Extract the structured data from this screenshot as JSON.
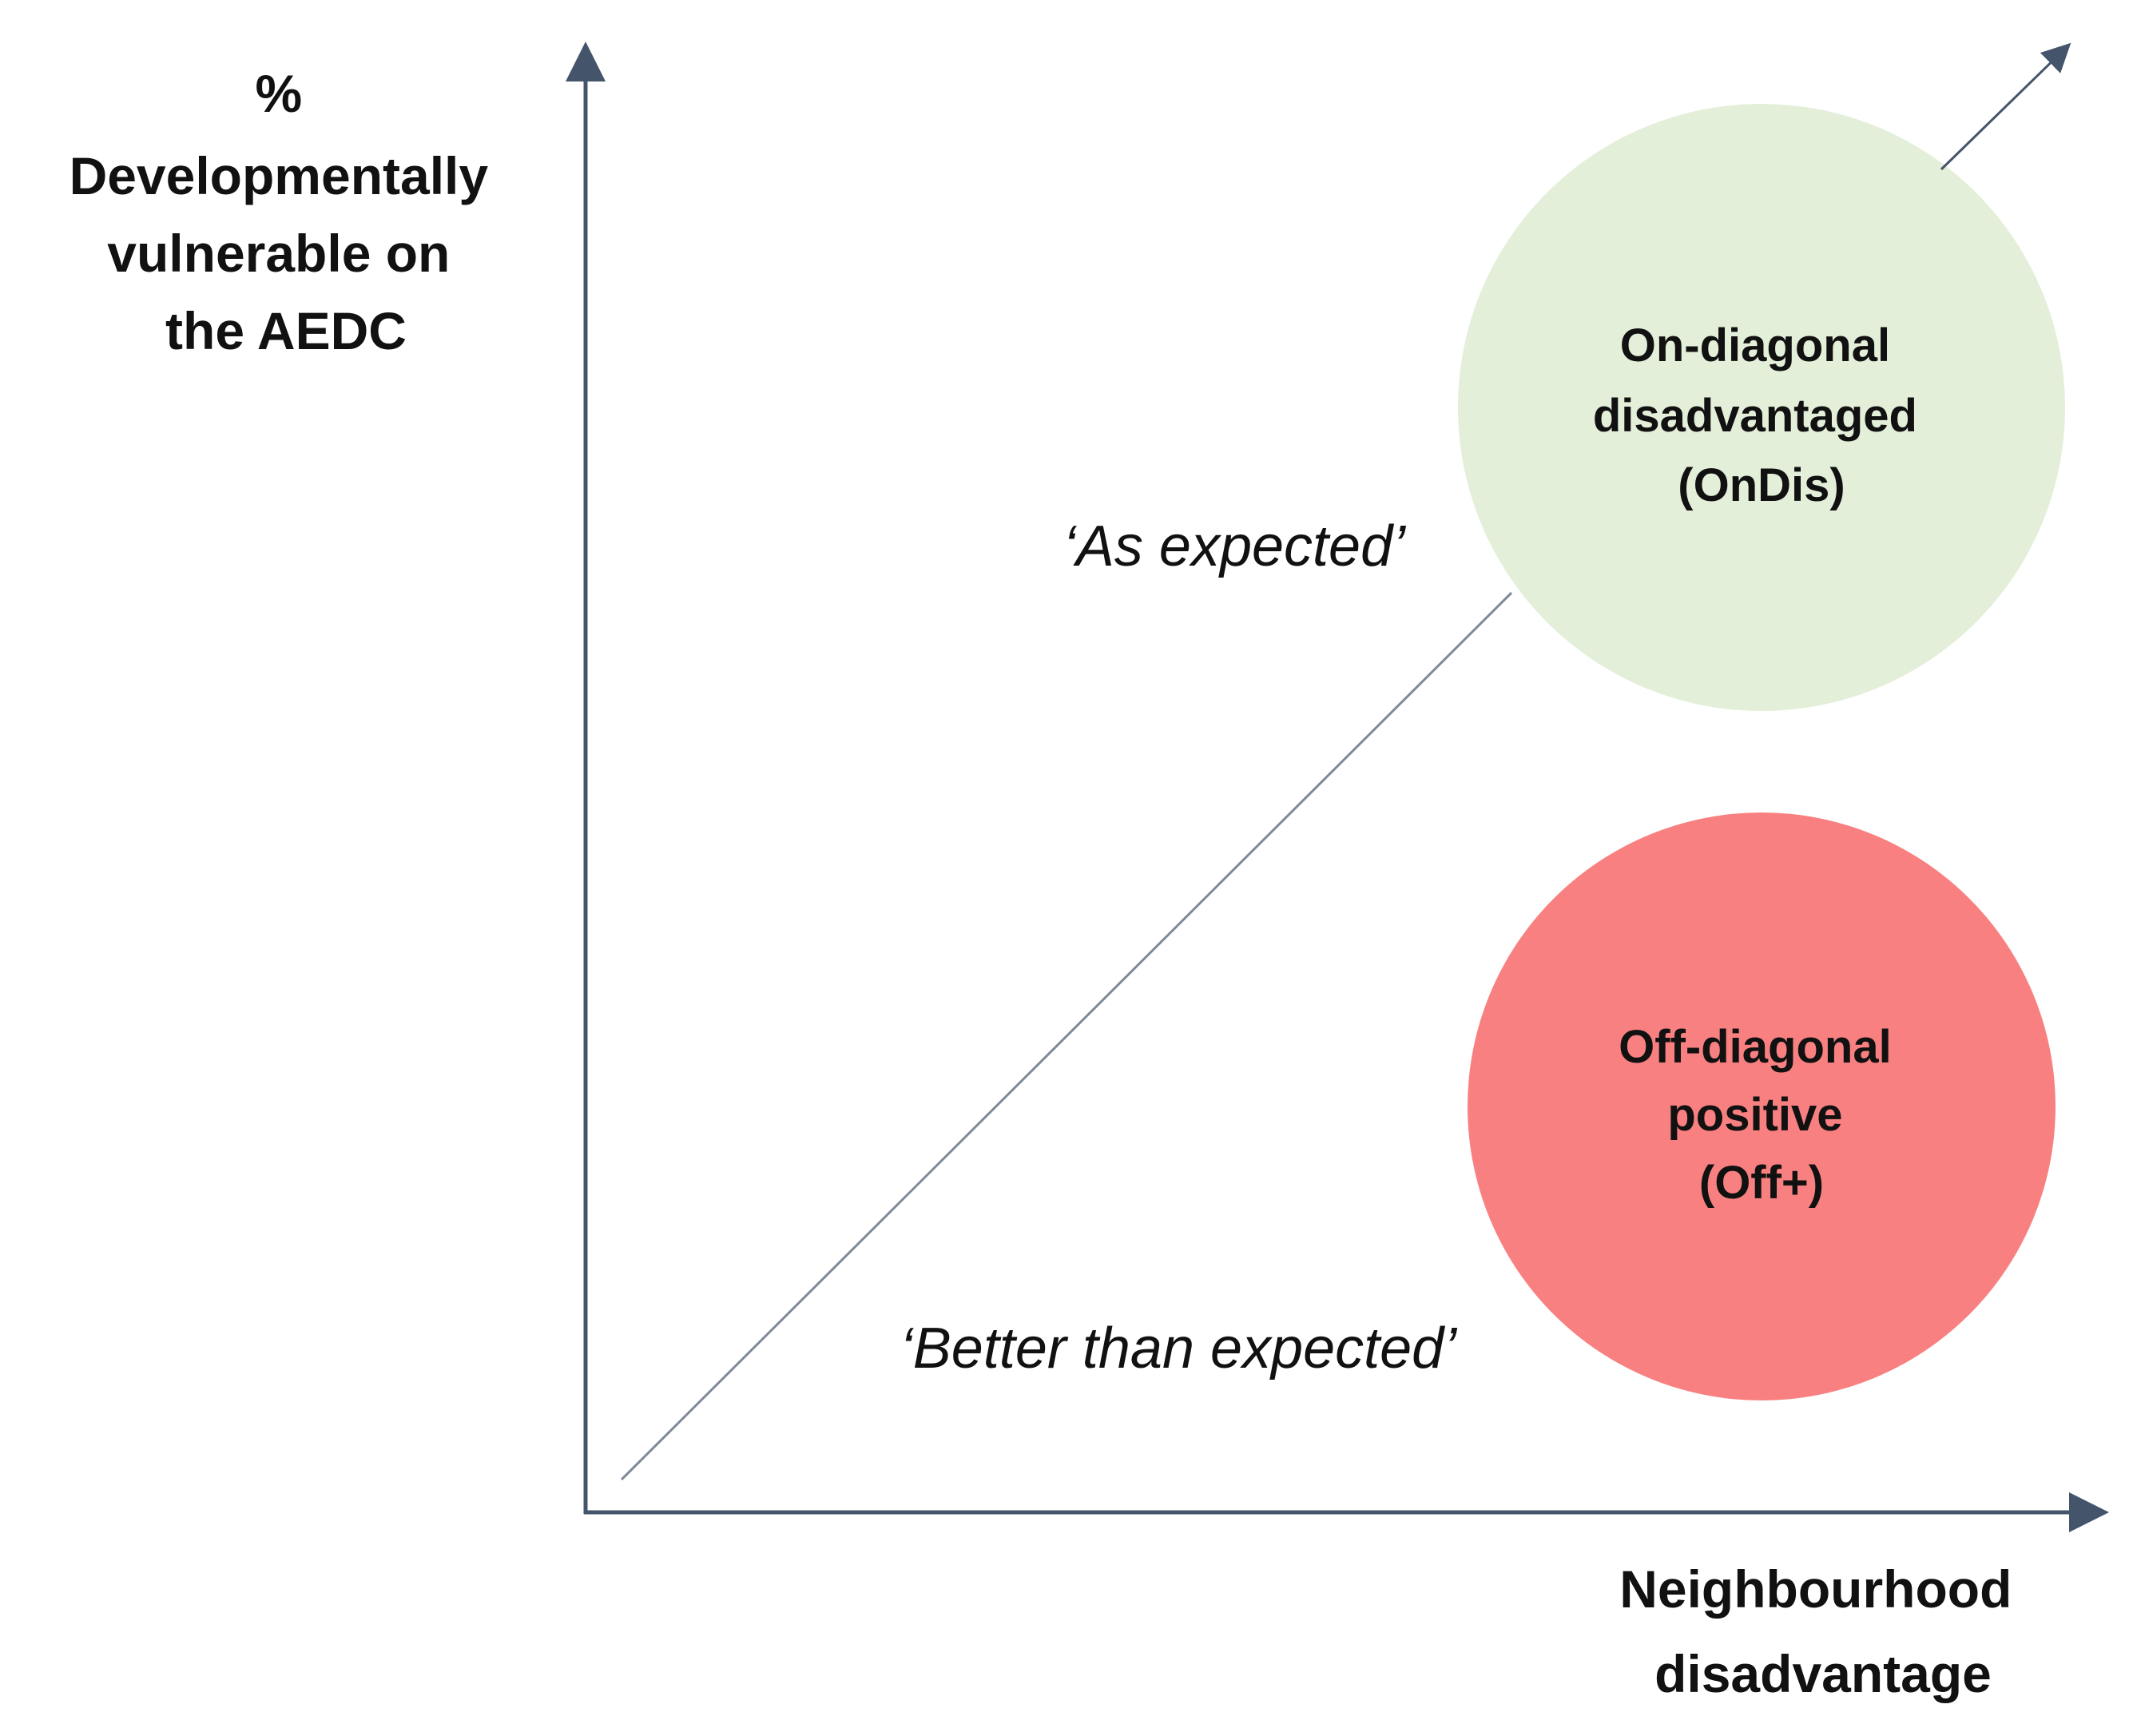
{
  "y_axis_label_lines": [
    "%",
    "Developmentally",
    "vulnerable on",
    "the AEDC"
  ],
  "x_axis_label_lines": [
    "Neighbourhood",
    "disadvantage"
  ],
  "diagonal_label_upper": "‘As expected’",
  "diagonal_label_lower": "‘Better than expected’",
  "circle_top": {
    "lines": [
      "On-diagonal",
      "disadvantaged",
      "(OnDis)"
    ],
    "color": "#e3efd9"
  },
  "circle_bottom": {
    "lines": [
      "Off-diagonal",
      "positive",
      "(Off+)"
    ],
    "color": "#f98080"
  },
  "colors": {
    "axis": "#44546a",
    "diagonal": "#7f8a99",
    "text": "#111111"
  }
}
